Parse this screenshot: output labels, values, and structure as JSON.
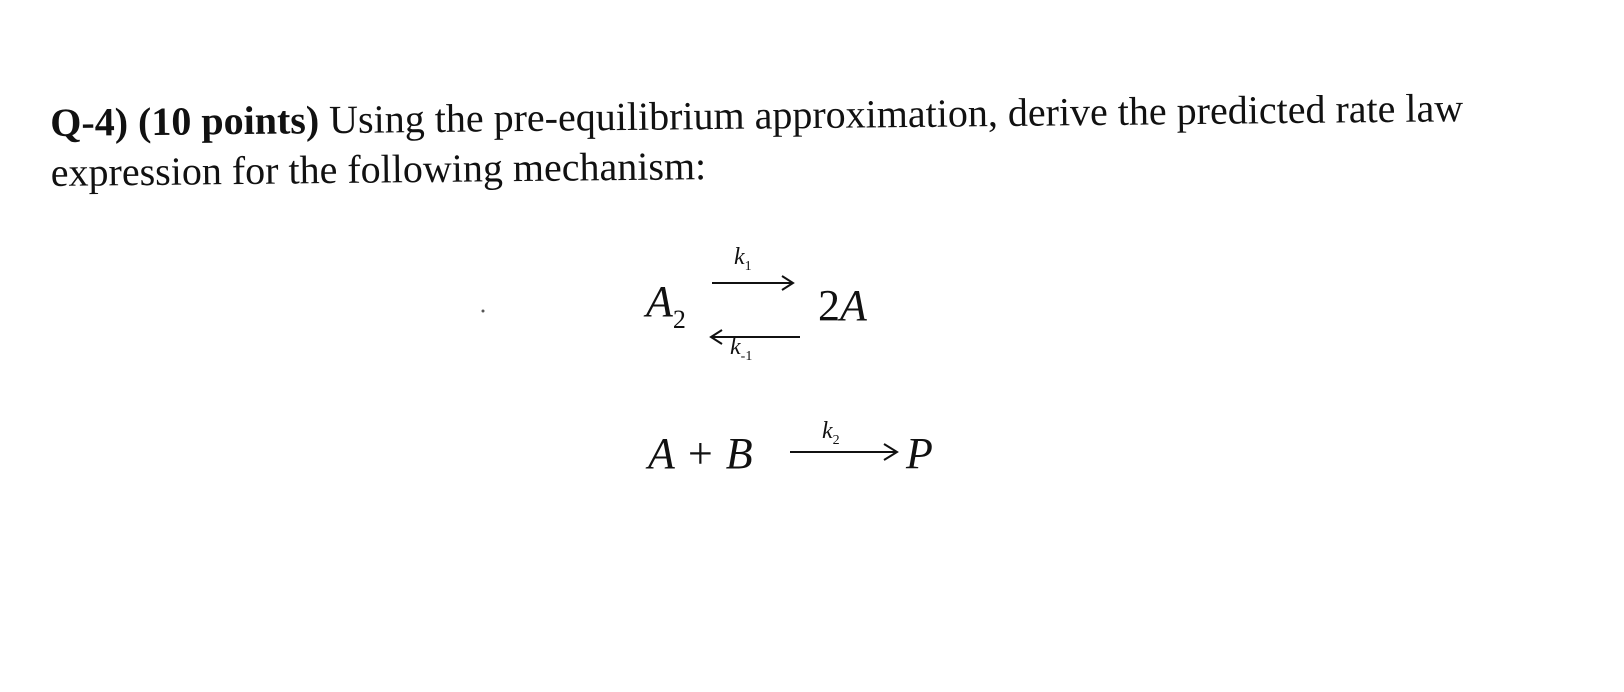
{
  "question": {
    "label": "Q-4)",
    "points": "(10 points)",
    "text": "Using the pre-equilibrium approximation, derive the predicted rate law expression for the following mechanism:"
  },
  "mechanism": {
    "step1": {
      "reactant_symbol": "A",
      "reactant_subscript": "2",
      "product_coefficient": "2",
      "product_symbol": "A",
      "forward_k": "k",
      "forward_k_sub": "1",
      "reverse_k": "k",
      "reverse_k_sub": "-1"
    },
    "step2": {
      "reactants": "A + B",
      "k": "k",
      "k_sub": "2",
      "product": "P"
    }
  }
}
